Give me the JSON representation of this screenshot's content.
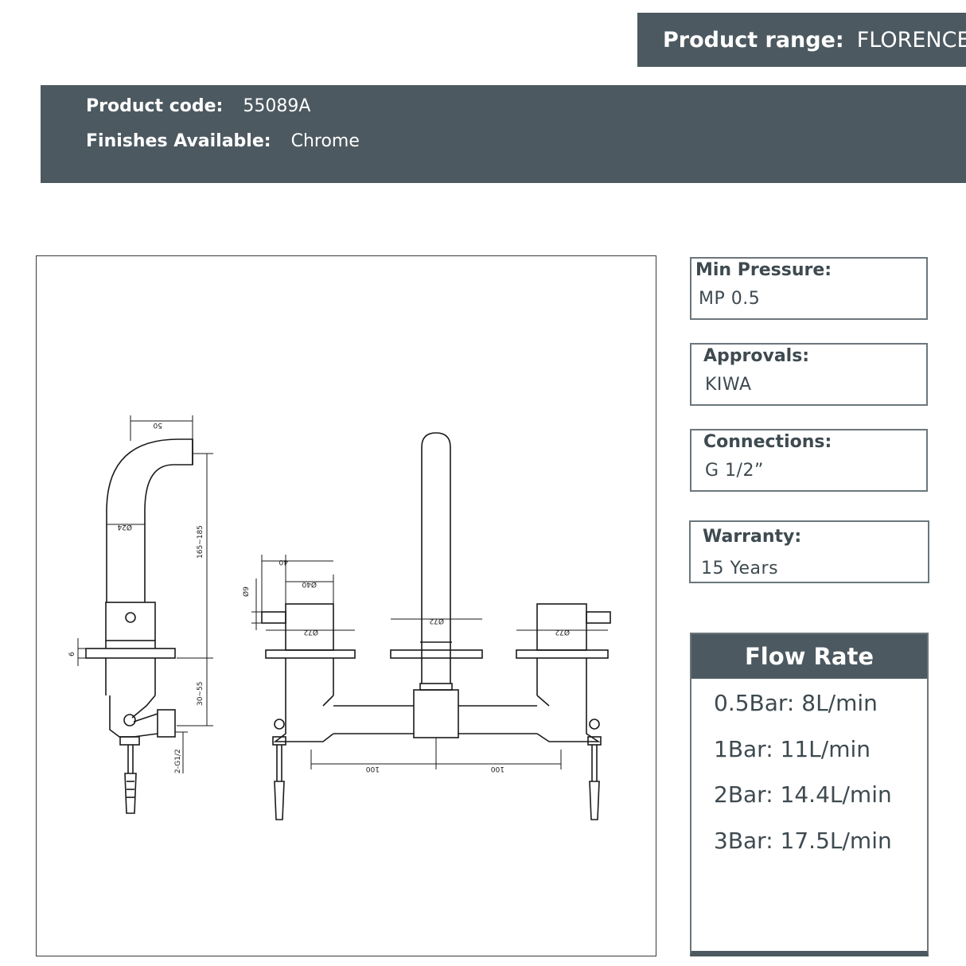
{
  "header": {
    "range_label": "Product range:",
    "range_value": "FLORENCE"
  },
  "info": {
    "code_label": "Product code:",
    "code_value": "55089A",
    "finish_label": "Finishes Available:",
    "finish_value": "Chrome"
  },
  "specs": [
    {
      "title": "Min Pressure:",
      "value": "MP 0.5"
    },
    {
      "title": "Approvals:",
      "value": "KIWA"
    },
    {
      "title": "Connections:",
      "value": "G 1/2”"
    },
    {
      "title": "Warranty:",
      "value": "15 Years"
    }
  ],
  "flow": {
    "title": "Flow Rate",
    "rates": [
      "0.5Bar: 8L/min",
      "1Bar: 11L/min",
      "2Bar: 14.4L/min",
      "3Bar: 17.5L/min"
    ]
  },
  "drawing": {
    "dim_spout_reach": "50",
    "dim_spout_dia": "Ø24",
    "dim_height": "165~185",
    "dim_plate": "6",
    "dim_depth": "30~55",
    "dim_thread": "2-G1/2",
    "dim_lever": "40",
    "dim_lever_dia": "Ø40",
    "dim_handle": "Ø9",
    "dim_rose_left": "Ø72",
    "dim_rose_mid": "Ø72",
    "dim_rose_right": "Ø72",
    "dim_spacing_left": "100",
    "dim_spacing_right": "100"
  }
}
